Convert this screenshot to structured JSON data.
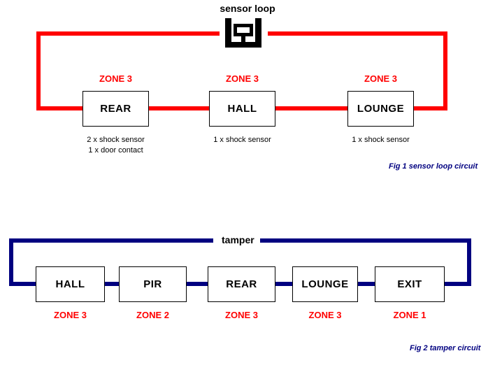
{
  "figure1": {
    "title": "sensor loop",
    "caption": "Fig 1 sensor loop circuit",
    "icon": "sensor-bell-icon",
    "wire_color": "#ff0000",
    "nodes": [
      {
        "label": "REAR",
        "zone": "ZONE 3",
        "detail_line1": "2 x shock sensor",
        "detail_line2": "1 x door contact"
      },
      {
        "label": "HALL",
        "zone": "ZONE 3",
        "detail_line1": "1 x shock sensor",
        "detail_line2": ""
      },
      {
        "label": "LOUNGE",
        "zone": "ZONE 3",
        "detail_line1": "1 x shock sensor",
        "detail_line2": ""
      }
    ]
  },
  "figure2": {
    "title": "tamper",
    "caption": "Fig 2 tamper circuit",
    "wire_color": "#000080",
    "nodes": [
      {
        "label": "HALL",
        "zone": "ZONE 3"
      },
      {
        "label": "PIR",
        "zone": "ZONE 2"
      },
      {
        "label": "REAR",
        "zone": "ZONE 3"
      },
      {
        "label": "LOUNGE",
        "zone": "ZONE 3"
      },
      {
        "label": "EXIT",
        "zone": "ZONE 1"
      }
    ]
  }
}
